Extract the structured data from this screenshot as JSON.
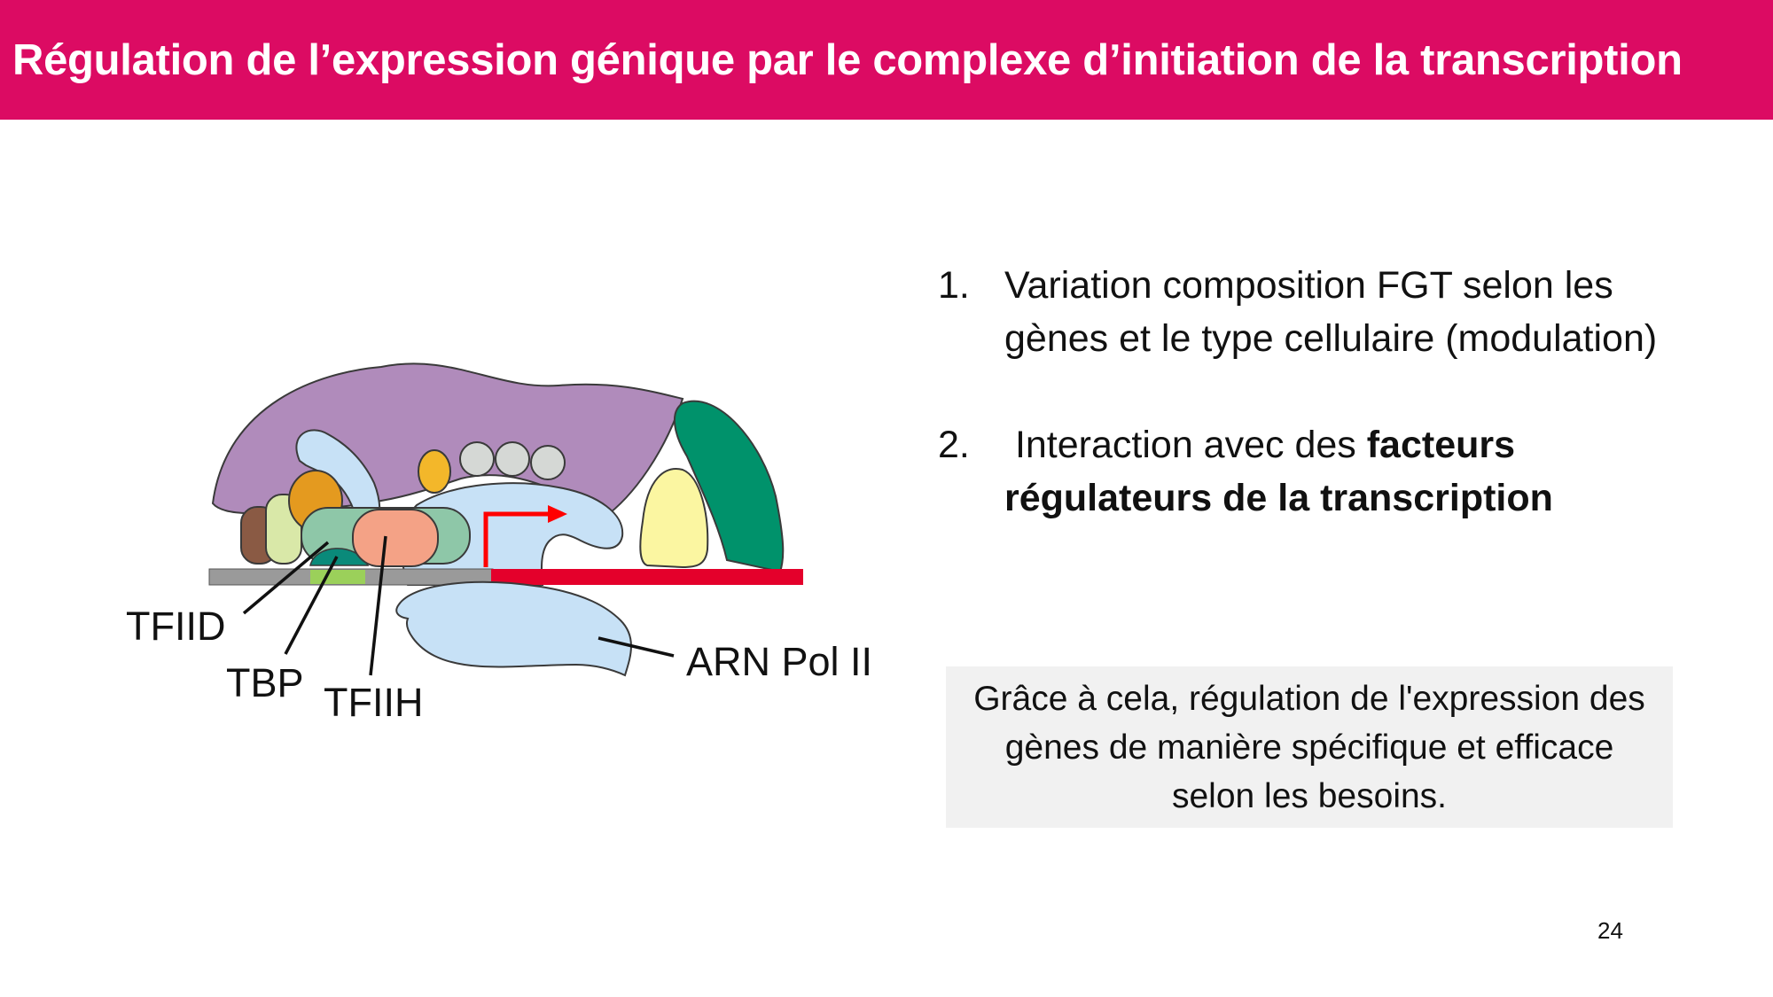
{
  "header": {
    "title": "Régulation de l’expression génique par le complexe d’initiation de la transcription"
  },
  "diagram": {
    "labels": {
      "tfiid": "TFIID",
      "tbp": "TBP",
      "tfiih": "TFIIH",
      "arn_pol_ii": "ARN Pol II"
    }
  },
  "list": [
    {
      "number": "1.",
      "text": "Variation composition FGT selon les gènes et le type cellulaire (modulation)",
      "bold": ""
    },
    {
      "number": "2.",
      "text": " Interaction avec des ",
      "bold": "facteurs régulateurs de la transcription"
    }
  ],
  "note": "Grâce à cela, régulation de l'expression des gènes de manière spécifique et efficace selon les besoins.",
  "page_number": "24",
  "colors": {
    "title_bar": "#dc0b63",
    "promoter_line": "#e4002b",
    "arrow": "#ff0000",
    "note_bg": "#f1f1f1"
  }
}
